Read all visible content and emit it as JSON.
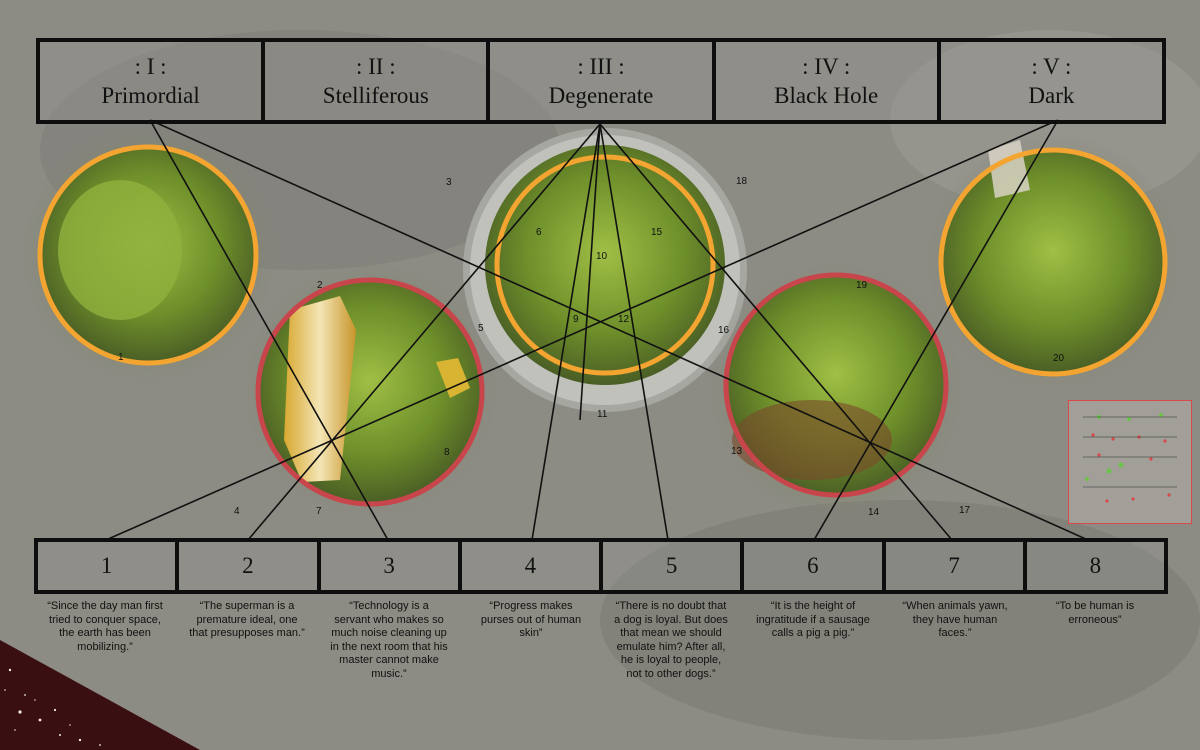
{
  "eras": [
    {
      "numeral": ": I :",
      "name": "Primordial"
    },
    {
      "numeral": ": II :",
      "name": "Stelliferous"
    },
    {
      "numeral": ": III :",
      "name": "Degenerate"
    },
    {
      "numeral": ": IV :",
      "name": "Black Hole"
    },
    {
      "numeral": ": V :",
      "name": "Dark"
    }
  ],
  "numbers": [
    "1",
    "2",
    "3",
    "4",
    "5",
    "6",
    "7",
    "8"
  ],
  "quotes": [
    "“Since the day man first tried to conquer space, the earth has been mobilizing.”",
    "“The superman is a premature ideal, one that presupposes man.”",
    "“Technology is a servant who makes so much noise cleaning up in the next room that his master cannot make music.”",
    "“Progress makes purses out of human skin”",
    "“There is no doubt that a dog is loyal. But does that mean we should emulate him? After all, he is loyal to people, not to other dogs.”",
    "“It is the height of ingratitude if a sausage calls a pig a pig.”",
    "“When animals yawn, they have human faces.”",
    "“To be human is erroneous”"
  ],
  "small_labels": [
    "1",
    "2",
    "3",
    "4",
    "5",
    "6",
    "7",
    "8",
    "9",
    "10",
    "11",
    "12",
    "13",
    "14",
    "15",
    "16",
    "17",
    "18",
    "19",
    "20"
  ],
  "colors": {
    "orange_ring": "#f4a531",
    "red_ring": "#c9454c",
    "moss": "#7a9a2e",
    "line": "#111111"
  }
}
